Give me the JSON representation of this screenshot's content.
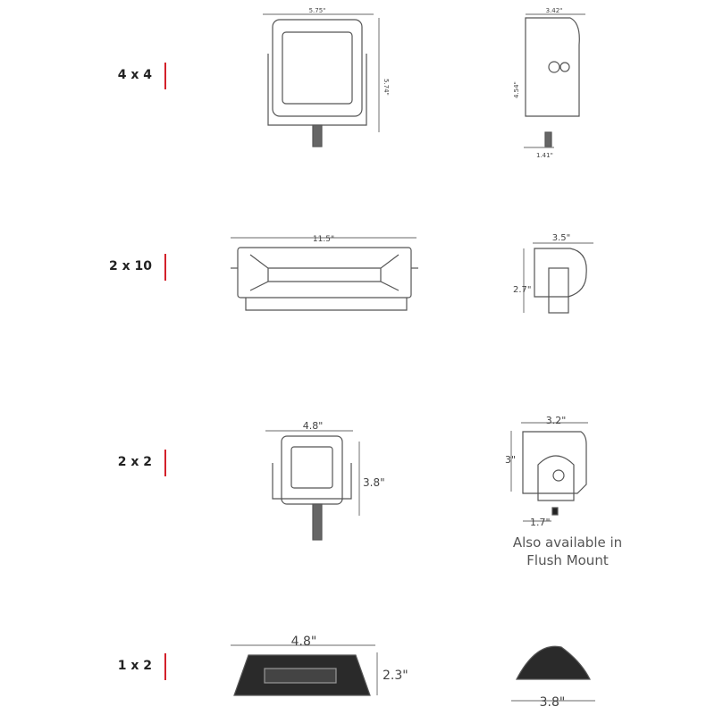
{
  "accent_color": "#d3202a",
  "rows": [
    {
      "label": "4 x 4",
      "front": {
        "width": "5.75\"",
        "height": "5.74\""
      },
      "side": {
        "depth": "3.42\"",
        "mount_height": "4.54\"",
        "base": "1.41\""
      }
    },
    {
      "label": "2 x 10",
      "front": {
        "width": "11.5\""
      },
      "side": {
        "depth": "3.5\"",
        "height": "2.7\""
      }
    },
    {
      "label": "2 x 2",
      "front": {
        "width": "4.8\"",
        "height": "3.8\""
      },
      "side": {
        "depth": "3.2\"",
        "height": "3\"",
        "base": "1.7\""
      },
      "note_line1": "Also available in",
      "note_line2": "Flush Mount"
    },
    {
      "label": "1 x 2",
      "front": {
        "width": "4.8\"",
        "height": "2.3\""
      },
      "side": {
        "width": "3.8\""
      }
    }
  ]
}
